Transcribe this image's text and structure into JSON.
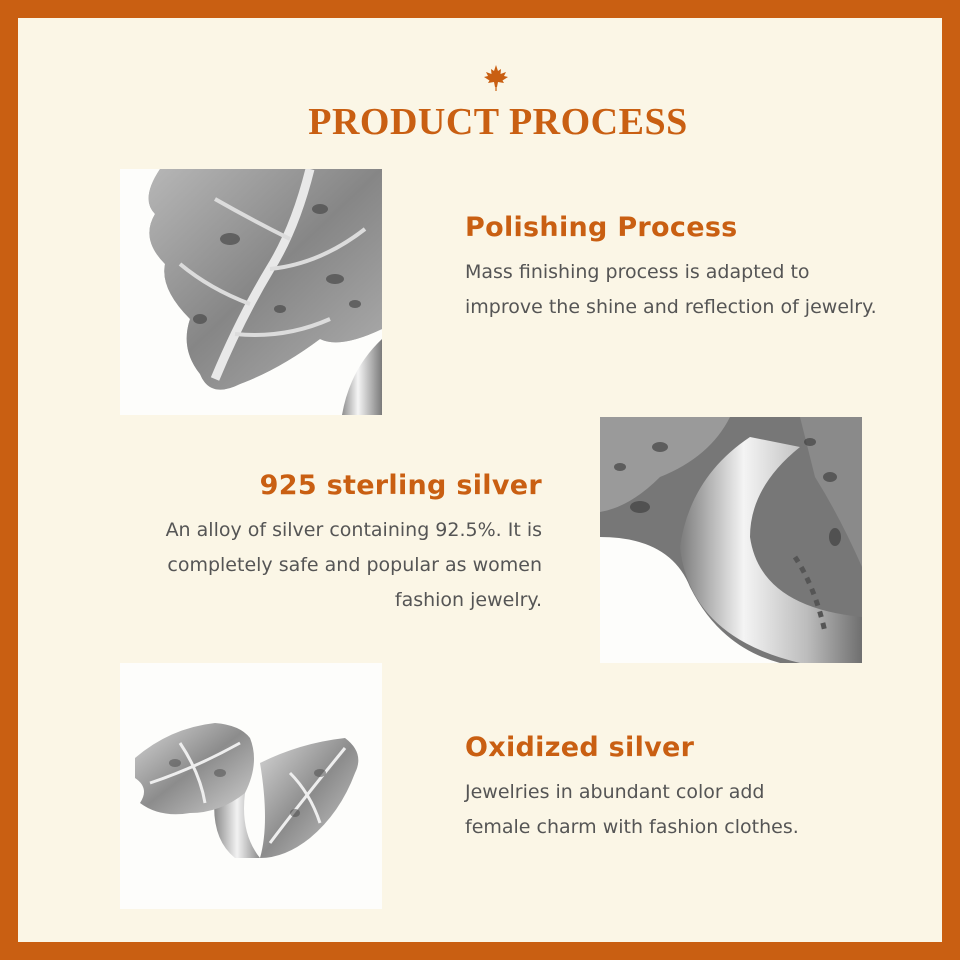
{
  "header": {
    "icon": "maple-leaf-icon",
    "title": "PRODUCT PROCESS"
  },
  "colors": {
    "accent": "#c95f12",
    "background": "#fbf6e6",
    "body_text": "#555555"
  },
  "sections": [
    {
      "heading": "Polishing Process",
      "lines": [
        "Mass finishing process is adapted to",
        "improve the shine and reflection of jewelry."
      ],
      "image": "ring-leaf-detail-closeup"
    },
    {
      "heading": "925 sterling silver",
      "lines": [
        "An alloy of silver containing 92.5%. It is",
        "completely safe and popular as women",
        "fashion jewelry."
      ],
      "image": "ring-band-closeup"
    },
    {
      "heading": "Oxidized silver",
      "lines": [
        "Jewelries in abundant color add",
        "female charm with fashion clothes."
      ],
      "image": "ring-full-view"
    }
  ]
}
